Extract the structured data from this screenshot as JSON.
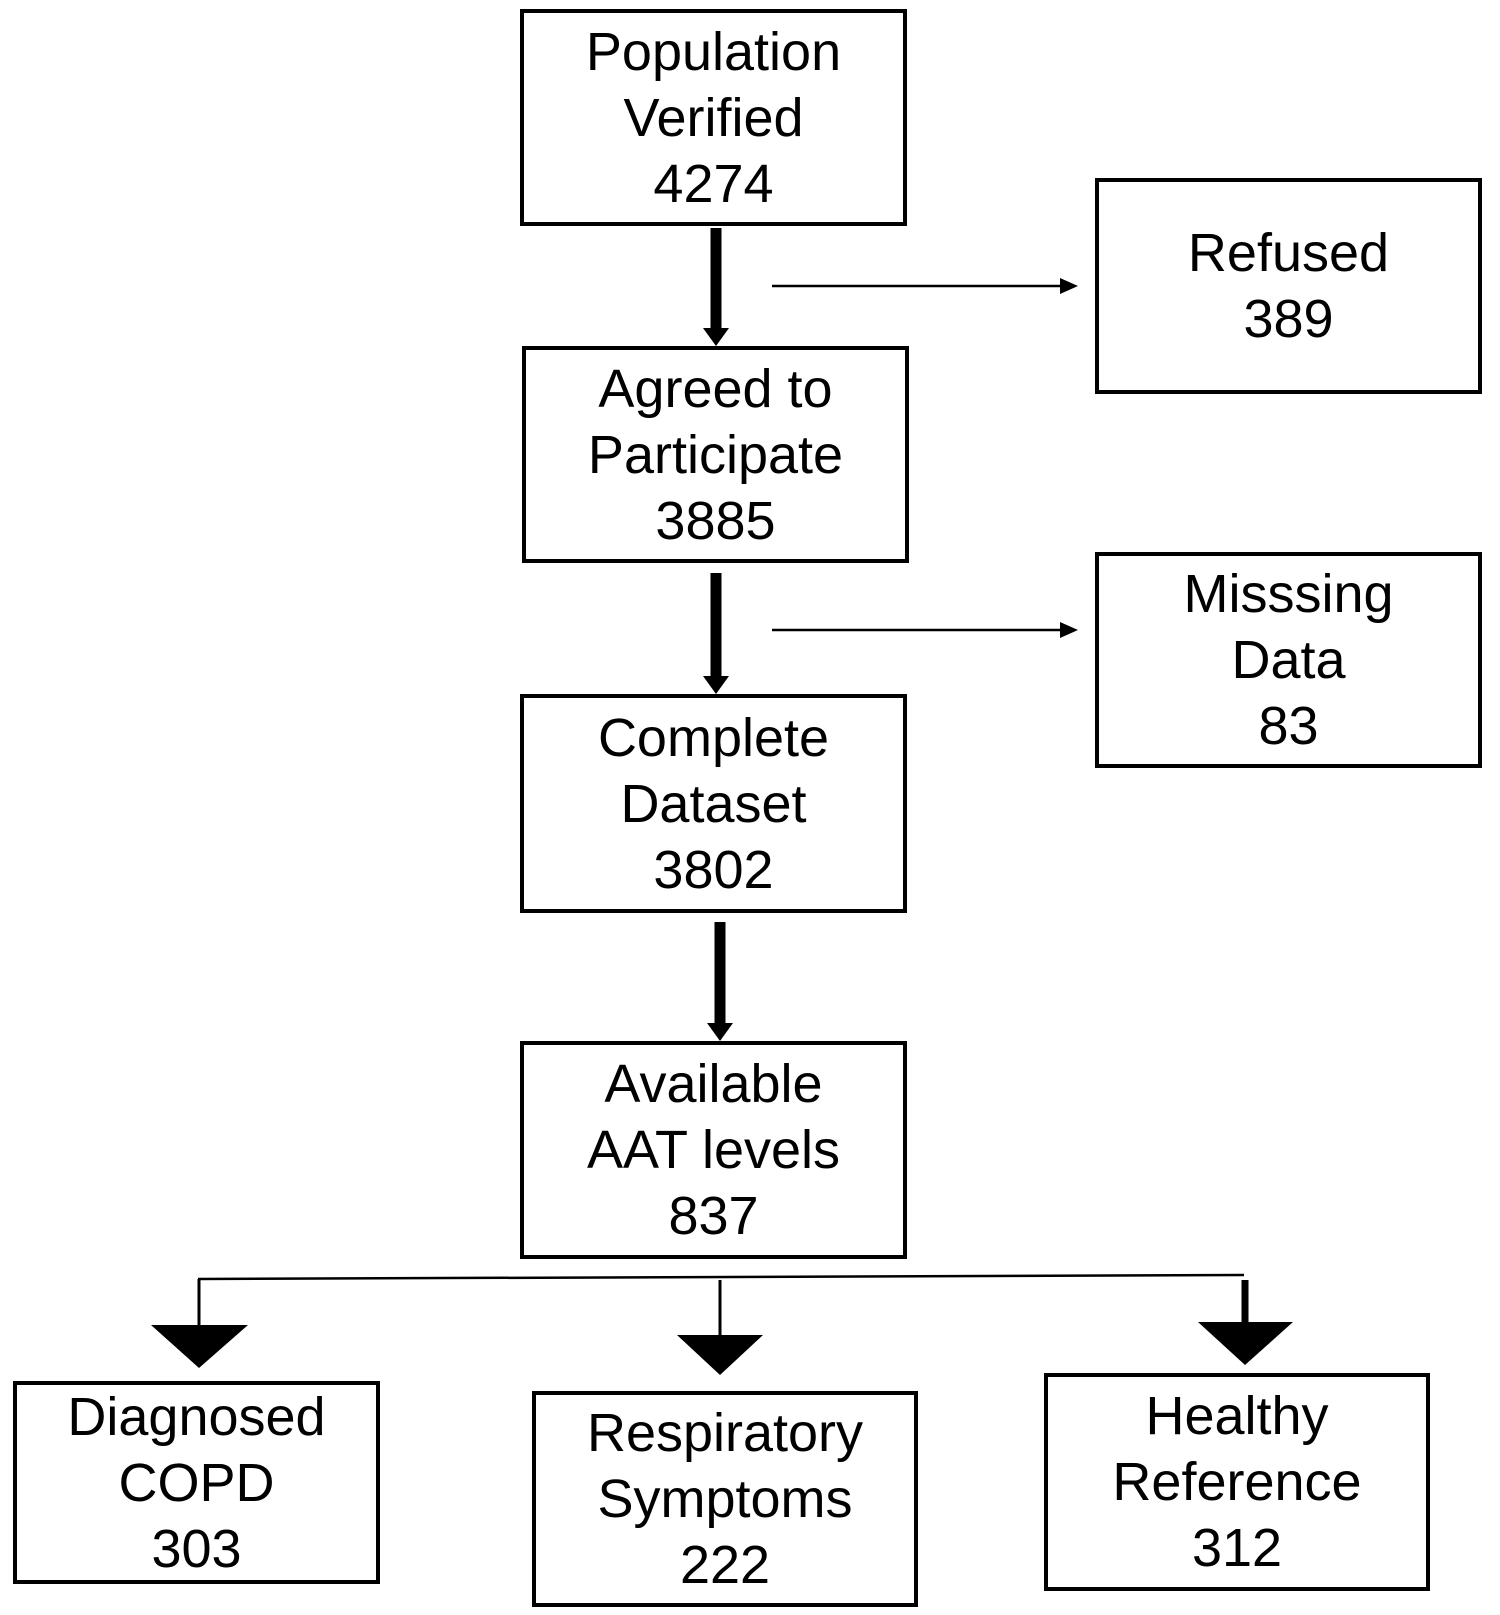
{
  "nodes": {
    "population": {
      "line1": "Population",
      "line2": "Verified",
      "count": "4274"
    },
    "refused": {
      "line1": "Refused",
      "count": "389"
    },
    "agreed": {
      "line1": "Agreed to",
      "line2": "Participate",
      "count": "3885"
    },
    "missing": {
      "line1": "Misssing",
      "line2": "Data",
      "count": "83"
    },
    "complete": {
      "line1": "Complete",
      "line2": "Dataset",
      "count": "3802"
    },
    "available": {
      "line1": "Available",
      "line2": "AAT levels",
      "count": "837"
    },
    "copd": {
      "line1": "Diagnosed",
      "line2": "COPD",
      "count": "303"
    },
    "respiratory": {
      "line1": "Respiratory",
      "line2": "Symptoms",
      "count": "222"
    },
    "healthy": {
      "line1": "Healthy",
      "line2": "Reference",
      "count": "312"
    }
  },
  "colors": {
    "line": "#000000",
    "background": "#ffffff"
  }
}
